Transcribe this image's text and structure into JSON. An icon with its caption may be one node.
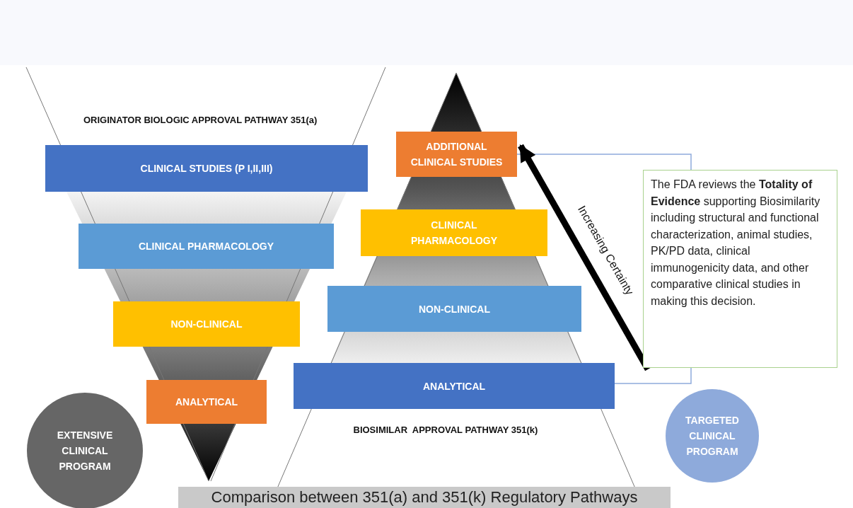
{
  "diagram": {
    "caption": "Comparison between 351(a) and 351(k) Regulatory Pathways",
    "nodes": [
      {
        "text": [
          "CLINICAL STUDIES (P I,II,III)"
        ]
      },
      {
        "text": [
          "CLINICAL PHARMACOLOGY"
        ]
      },
      {
        "text": [
          "NON-CLINICAL"
        ]
      },
      {
        "text": [
          "ANALYTICAL"
        ]
      },
      {
        "text": [
          "EXTENSIVE CLINICAL PROGRAM"
        ]
      },
      {
        "text": [
          "ADDITIONAL CLINICAL STUDIES"
        ]
      },
      {
        "text": [
          "CLINICAL PHARMACOLOGY"
        ]
      },
      {
        "text": [
          "NON-CLINICAL"
        ]
      },
      {
        "text": [
          "ANALYTICAL"
        ]
      },
      {
        "text": [
          "The FDA reviews the **Totality of Evidence** supporting Biosimilarity including structural and functional characterization, animal studies, PK/PD data, clinical immunogenicity data, and other comparative clinical studies in making this decision."
        ]
      },
      {
        "text": [
          "TARGETED CLINICAL PROGRAM"
        ]
      }
    ],
    "edges": [
      {
        "from": 9,
        "to": 5,
        "arrow": "to",
        "label": "Increasing Certainty"
      }
    ],
    "labels": [
      "ORIGINATOR BIOLOGIC APPROVAL PATHWAY 351(a)",
      "BIOSIMILAR  APPROVAL PATHWAY 351(k)"
    ]
  }
}
